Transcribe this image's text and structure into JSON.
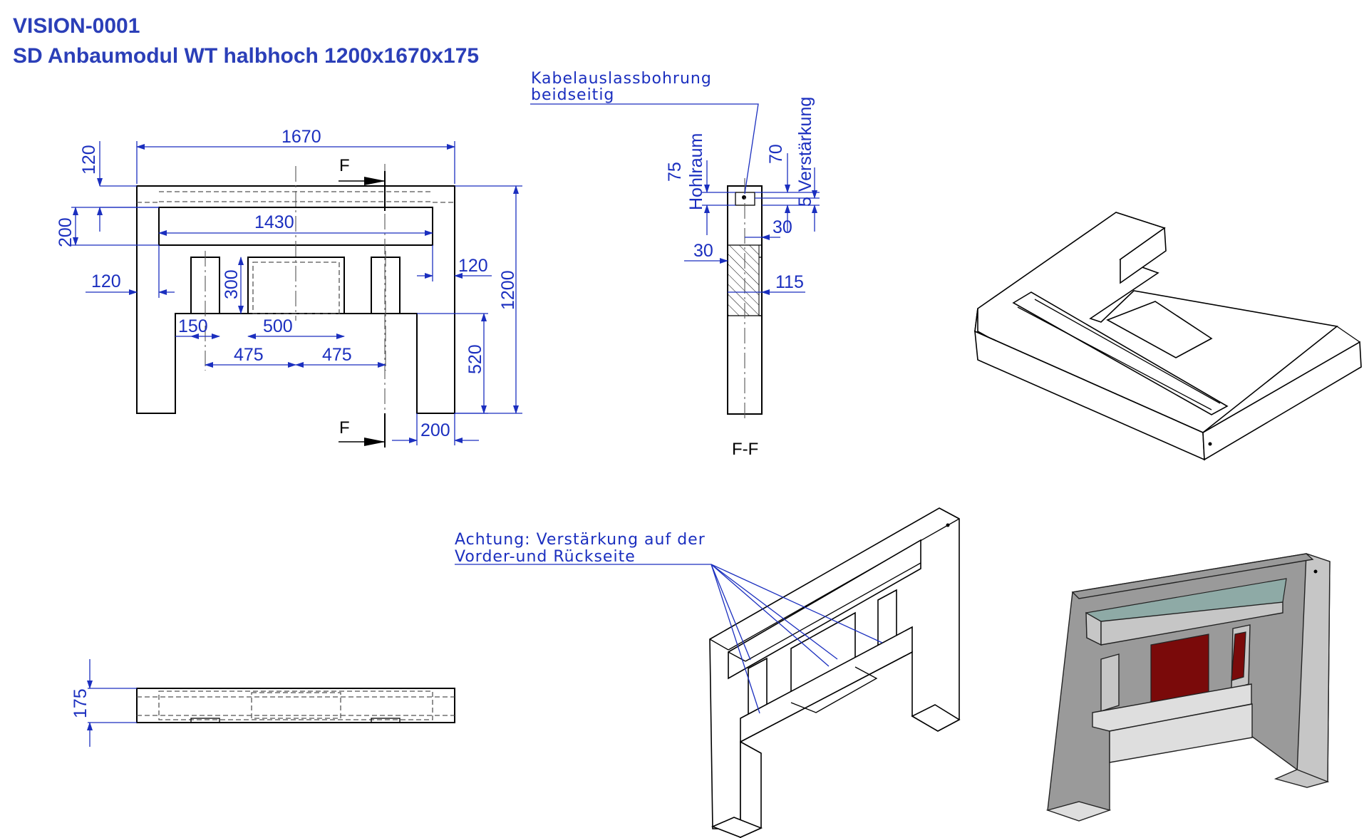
{
  "header": {
    "drawing_id": "VISION-0001",
    "title": "SD Anbaumodul WT halbhoch 1200x1670x175"
  },
  "front_view": {
    "dims": {
      "overall_width": "1670",
      "overall_height": "1200",
      "top_band": "120",
      "slot_height": "200",
      "slot_width": "1430",
      "left_offset": "120",
      "right_offset": "120",
      "post_height": "300",
      "post_width": "150",
      "center_panel": "500",
      "left_half": "475",
      "right_half": "475",
      "leg_height": "520",
      "leg_width": "200"
    },
    "section_marks": {
      "top": "F",
      "bottom": "F"
    }
  },
  "section_view": {
    "label": "F-F",
    "dims": {
      "hohlraum_val": "75",
      "hohlraum_label": "Hohlraum",
      "verst_val": "70",
      "verst_label": "5 Verstärkung",
      "offset_top": "30",
      "offset_mid": "30",
      "depth": "115"
    },
    "note_line1": "Kabelauslassbohrung",
    "note_line2": "beidseitig"
  },
  "side_view": {
    "dims": {
      "thickness": "175"
    }
  },
  "iso_note": {
    "line1": "Achtung: Verstärkung auf der",
    "line2": "Vorder-und Rückseite"
  },
  "colors": {
    "dimension": "#1b2fbf",
    "title": "#2b3fb8",
    "teal": "#8eaaa6",
    "red": "#7a0a0a"
  }
}
